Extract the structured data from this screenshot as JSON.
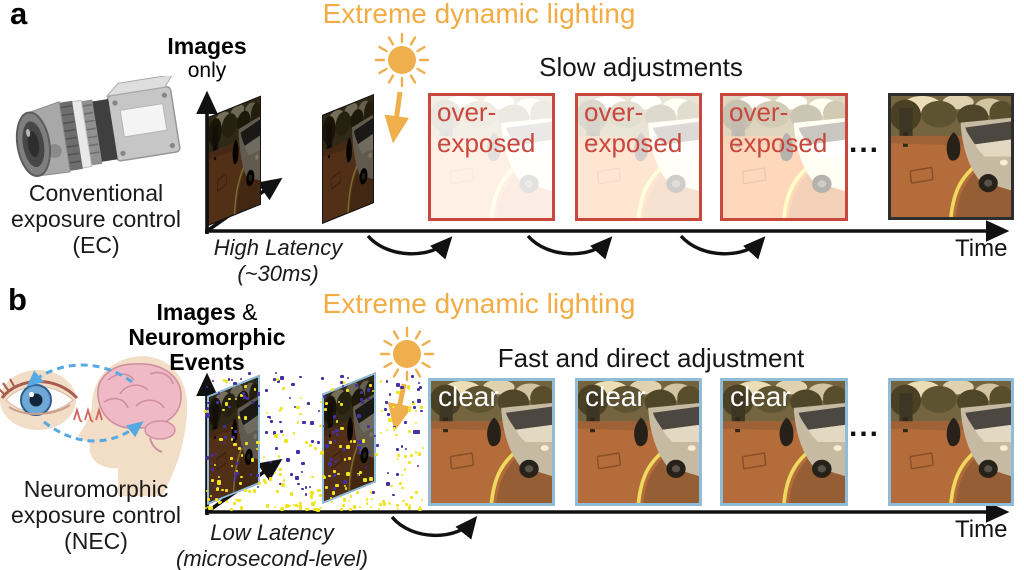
{
  "figure": {
    "type": "two-panel comparison diagram",
    "panel_count": 2
  },
  "colors": {
    "lighting_orange": "#F2AC44",
    "sun": "#EFAF4D",
    "overexposed_red": "#C9473C",
    "clear_border": "#8FBCD9",
    "event_yellow": "#F0E31F",
    "event_purple": "#4430A3",
    "dashed_blue": "#57A9E1",
    "axis_black": "#111111"
  },
  "panel_a": {
    "panel_label": "a",
    "lighting_title": "Extreme dynamic lighting",
    "axis_line1": "Images",
    "axis_line2": "only",
    "device_line1": "Conventional",
    "device_line2": "exposure control",
    "device_line3": "(EC)",
    "adjustment_title": "Slow adjustments",
    "latency_line1": "High Latency",
    "latency_line2": "(~30ms)",
    "overexposed_line1": "over-",
    "overexposed_line2": "exposed",
    "ellipsis": "...",
    "time_label": "Time"
  },
  "panel_b": {
    "panel_label": "b",
    "lighting_title": "Extreme dynamic lighting",
    "axis_line1_bold": "Images",
    "axis_line1_rest": " &",
    "axis_line2": "Neuromorphic",
    "axis_line3": "Events",
    "device_line1": "Neuromorphic",
    "device_line2": "exposure control",
    "device_line3": "(NEC)",
    "adjustment_title": "Fast and direct adjustment",
    "latency_line1": "Low Latency",
    "latency_line2": "(microsecond-level)",
    "clear_label": "clear",
    "ellipsis": "...",
    "time_label": "Time"
  },
  "icons": {
    "camera": "camera-icon",
    "sun": "sun-icon",
    "eye": "eye-icon",
    "brain": "brain-icon"
  },
  "events": {
    "seed": 11,
    "count": 360,
    "yellow_ratio": 0.56
  }
}
